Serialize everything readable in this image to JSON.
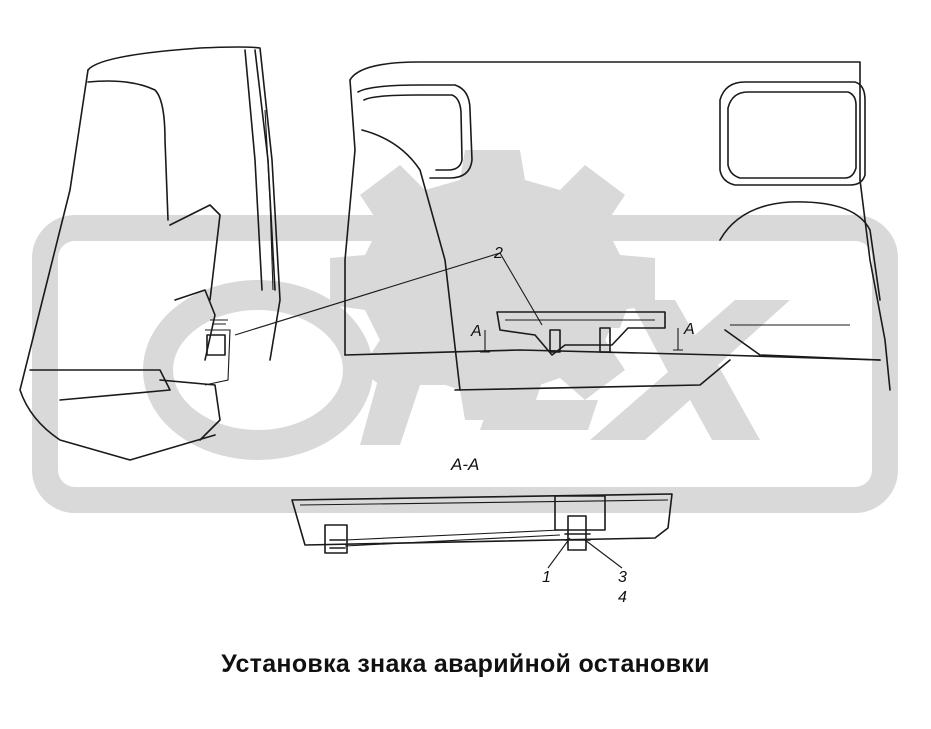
{
  "caption": "Установка знака аварийной остановки",
  "section_title": "А-А",
  "section_marks": [
    "А",
    "А"
  ],
  "callouts": {
    "bracket": "2",
    "part1": "1",
    "part3": "3",
    "part4": "4"
  },
  "watermark_text": "ОРЕХ",
  "colors": {
    "watermark": "#d9d9d9",
    "lines": "#1a1a1a",
    "background": "#ffffff"
  }
}
